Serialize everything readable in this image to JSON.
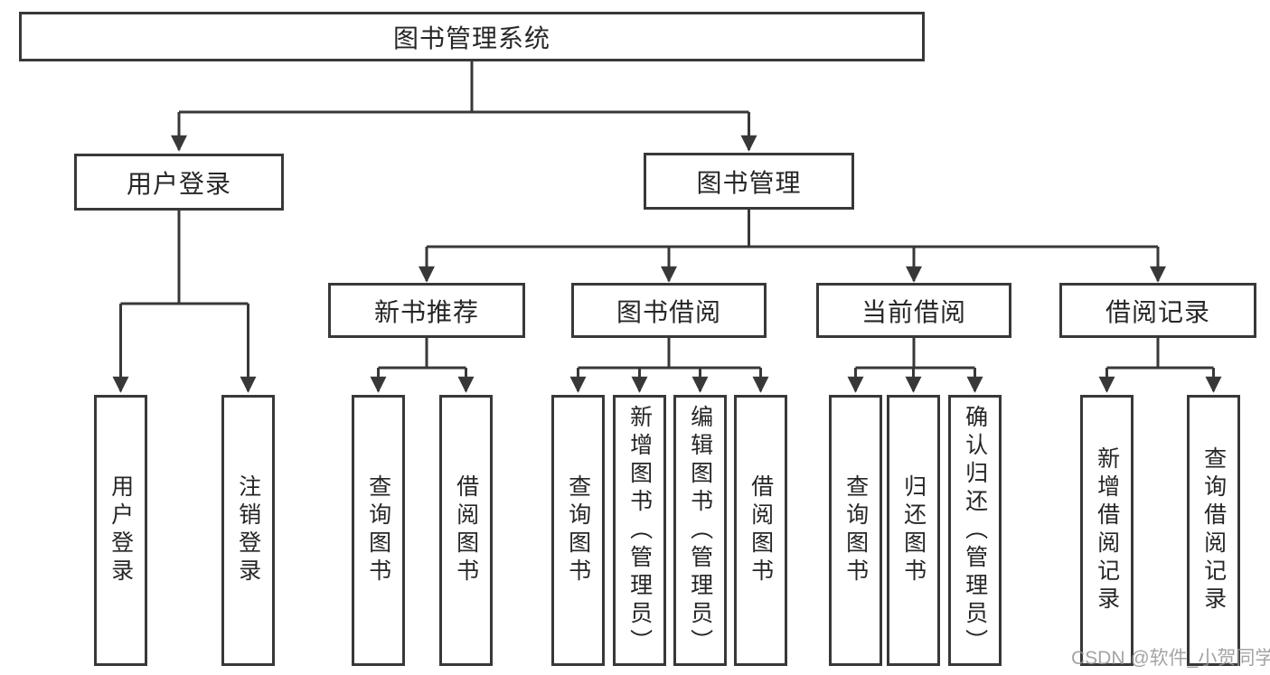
{
  "diagram": {
    "root": {
      "label": "图书管理系统"
    },
    "level2": {
      "user_login": {
        "label": "用户登录"
      },
      "book_mgmt": {
        "label": "图书管理"
      }
    },
    "level3": {
      "new_book": {
        "label": "新书推荐"
      },
      "book_borrow": {
        "label": "图书借阅"
      },
      "current_borrow": {
        "label": "当前借阅"
      },
      "borrow_record": {
        "label": "借阅记录"
      }
    },
    "leaves": {
      "user_login": [
        "用户登录",
        "注销登录"
      ],
      "new_book": [
        "查询图书",
        "借阅图书"
      ],
      "book_borrow": [
        "查询图书",
        "新增图书（管理员）",
        "编辑图书（管理员）",
        "借阅图书"
      ],
      "current_borrow": [
        "查询图书",
        "归还图书",
        "确认归还（管理员）"
      ],
      "borrow_record": [
        "新增借阅记录",
        "查询借阅记录"
      ]
    }
  },
  "watermark": "CSDN @软件_小贺同学",
  "colors": {
    "line": "#383838",
    "text": "#262626",
    "background": "#ffffff",
    "watermark": "#949494"
  }
}
